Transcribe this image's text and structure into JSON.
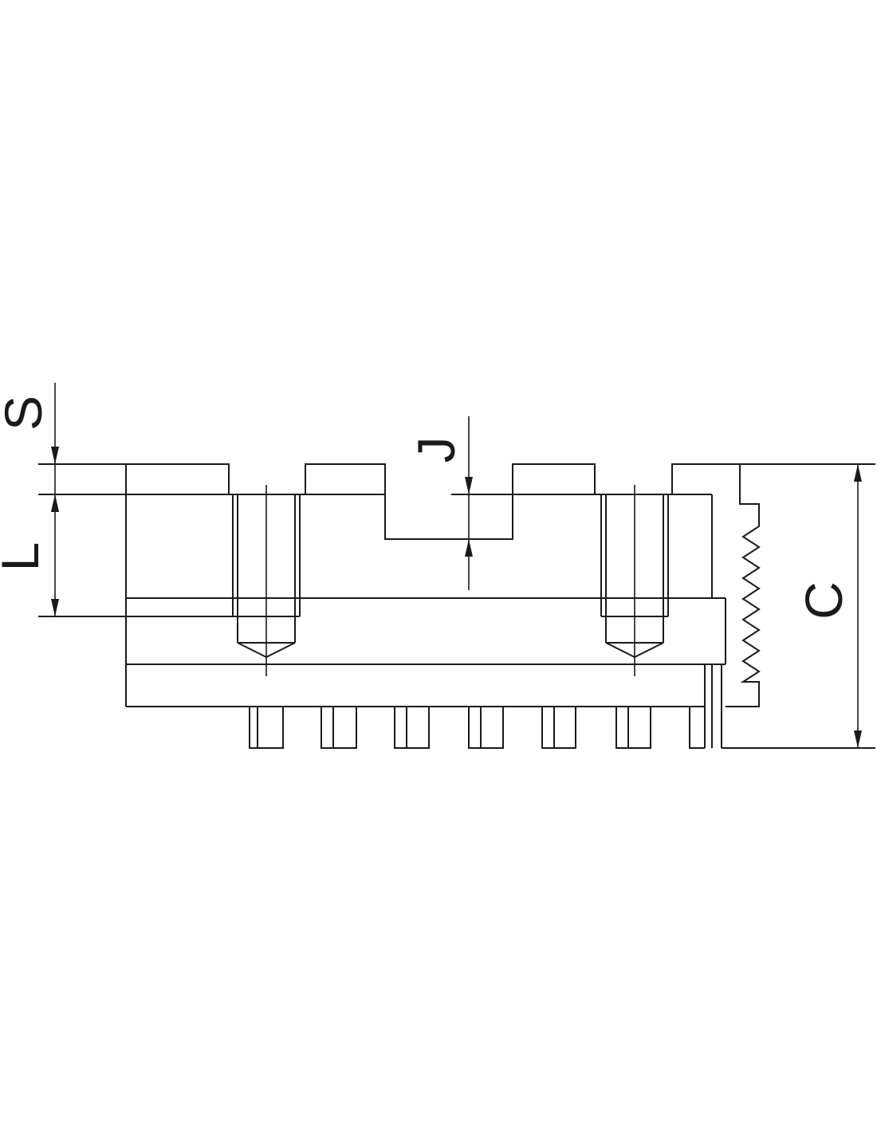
{
  "diagram": {
    "labels": {
      "s": "S",
      "l": "L",
      "j": "J",
      "c": "C"
    }
  }
}
